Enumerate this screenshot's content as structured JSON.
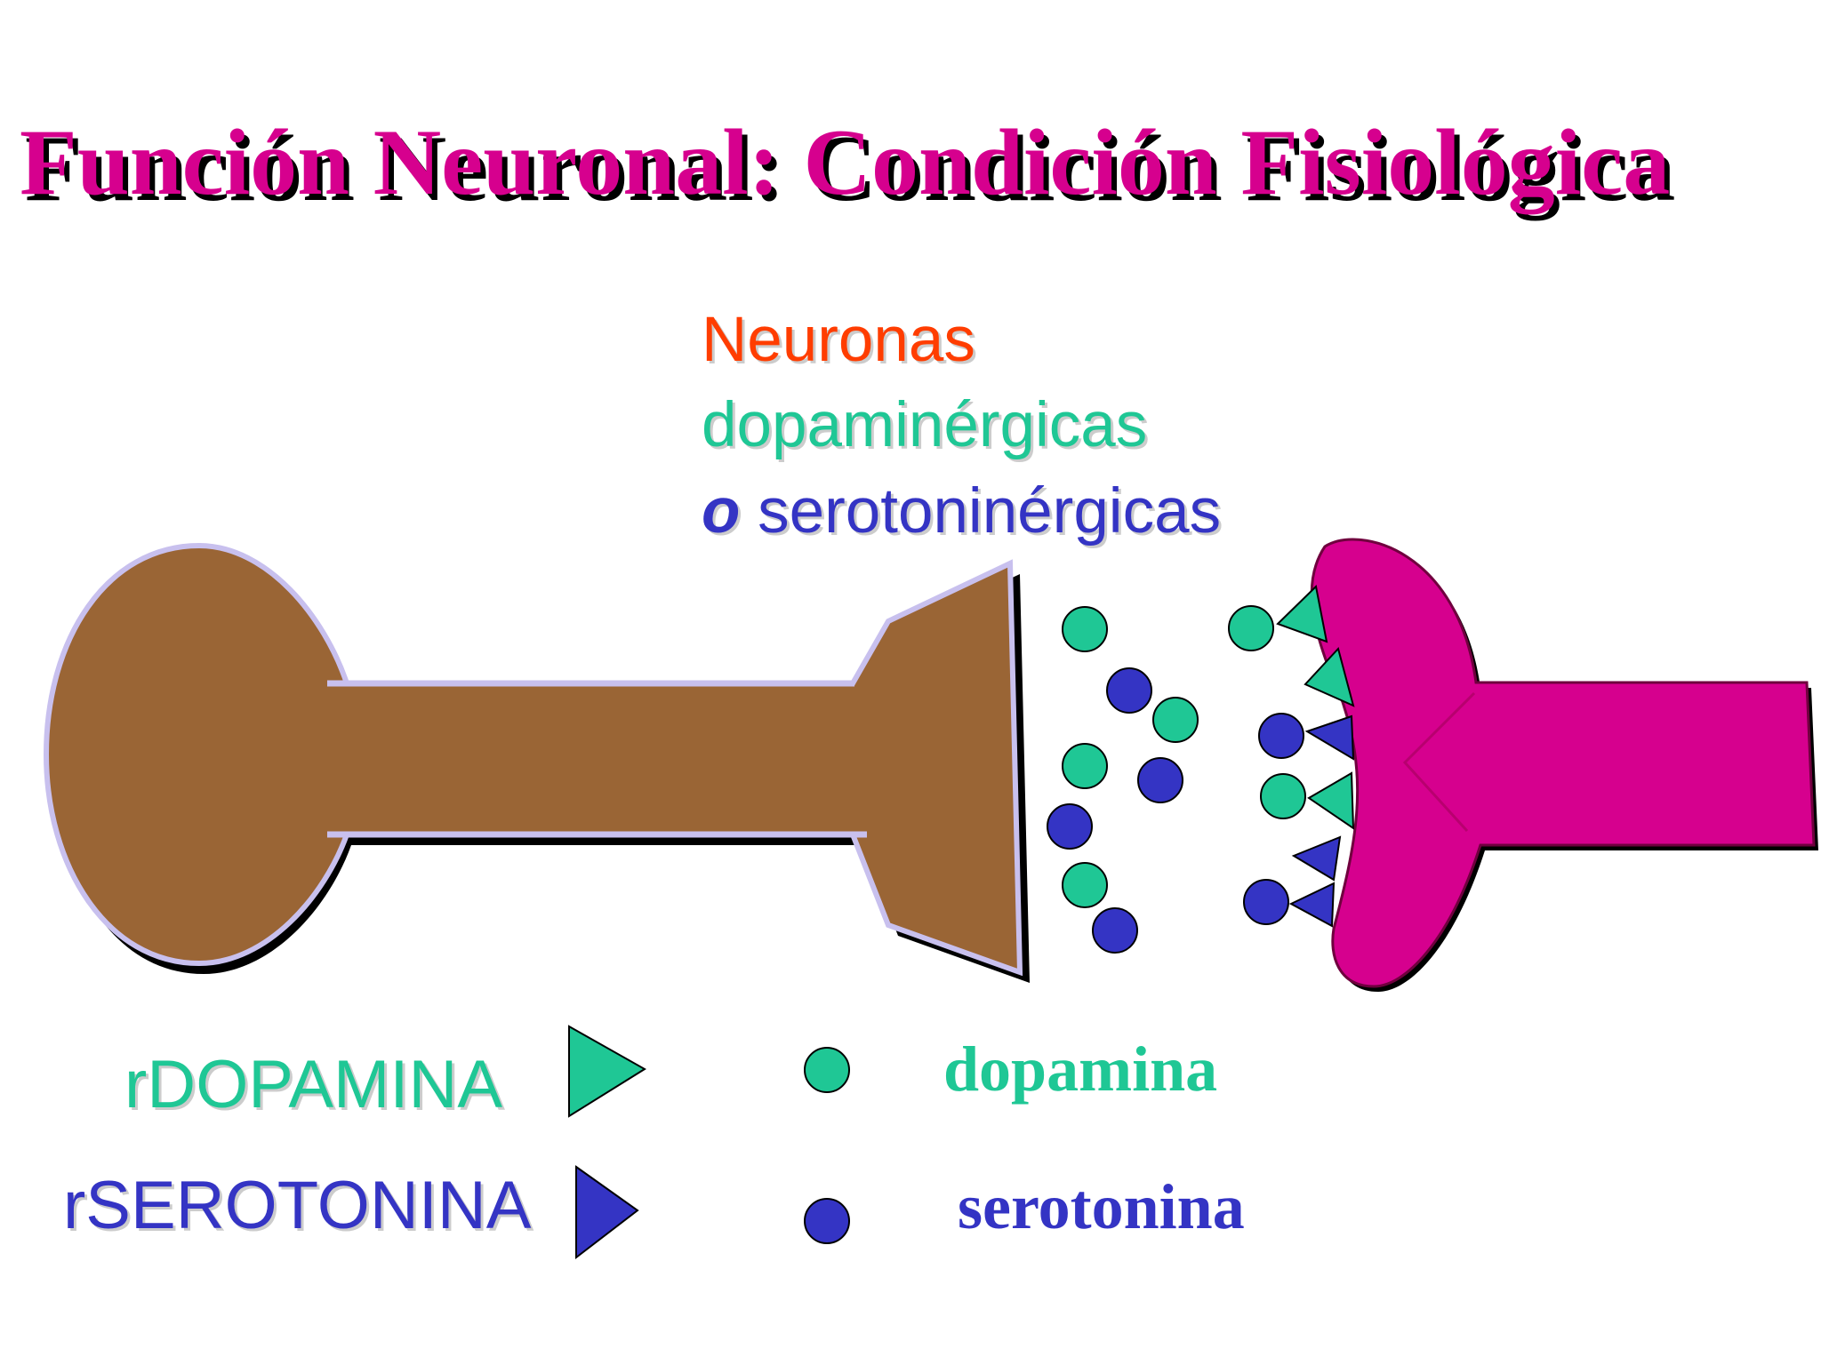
{
  "title": "Función Neuronal: Condición Fisiológica",
  "caption": {
    "line1": "Neuronas",
    "line2": "dopaminérgicas",
    "line3_connector": "o",
    "line3_rest": "serotoninérgicas"
  },
  "legend": {
    "receptor_dopamine": "rDOPAMINA",
    "receptor_serotonin": "rSEROTONINA",
    "dopamine": "dopamina",
    "serotonin": "serotonina"
  },
  "colors": {
    "title": "#d6008e",
    "presynaptic": "#9a6535",
    "postsynaptic": "#d6008e",
    "dopamine": "#1fc795",
    "serotonin": "#3434c4",
    "neuronas_label": "#ff3d00",
    "outline": "#c8c0ee"
  }
}
